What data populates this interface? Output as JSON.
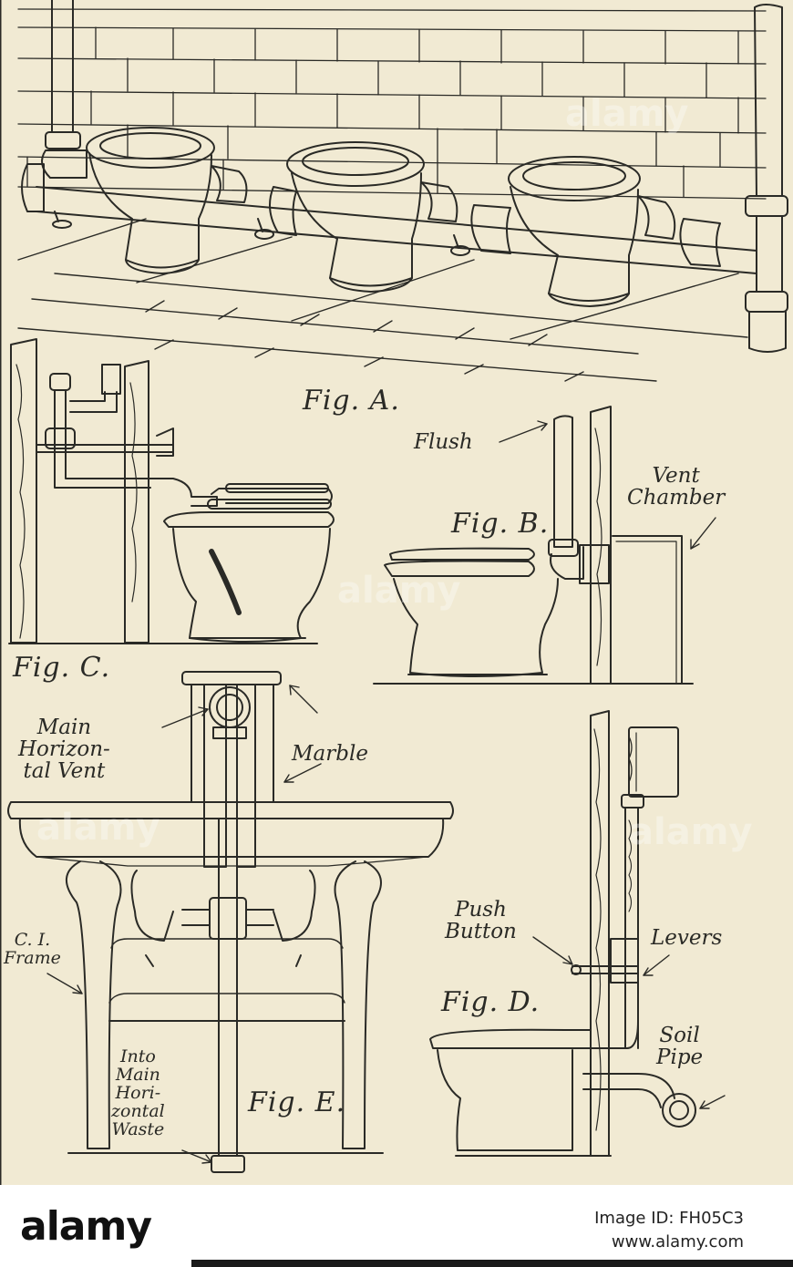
{
  "figures": {
    "a": "Fig. A.",
    "b": "Fig. B.",
    "c": "Fig. C.",
    "d": "Fig. D.",
    "e": "Fig. E."
  },
  "labels": {
    "flush": "Flush",
    "vent_chamber": "Vent\nChamber",
    "main_horizontal_vent": "Main\nHorizon-\ntal Vent",
    "marble": "Marble",
    "push_button": "Push\nButton",
    "levers": "Levers",
    "soil_pipe": "Soil\nPipe",
    "ci_frame": "C. I.\nFrame",
    "into_main_horizontal_waste": "Into\nMain\nHori-\nzontal\nWaste"
  },
  "watermark": {
    "text": "alamy"
  },
  "footer": {
    "brand": "alamy",
    "image_id": "Image ID: FH05C3",
    "url": "www.alamy.com"
  },
  "colors": {
    "paper": "#f1ead3",
    "ink": "#2a2a26",
    "footer_bg": "#ffffff"
  }
}
